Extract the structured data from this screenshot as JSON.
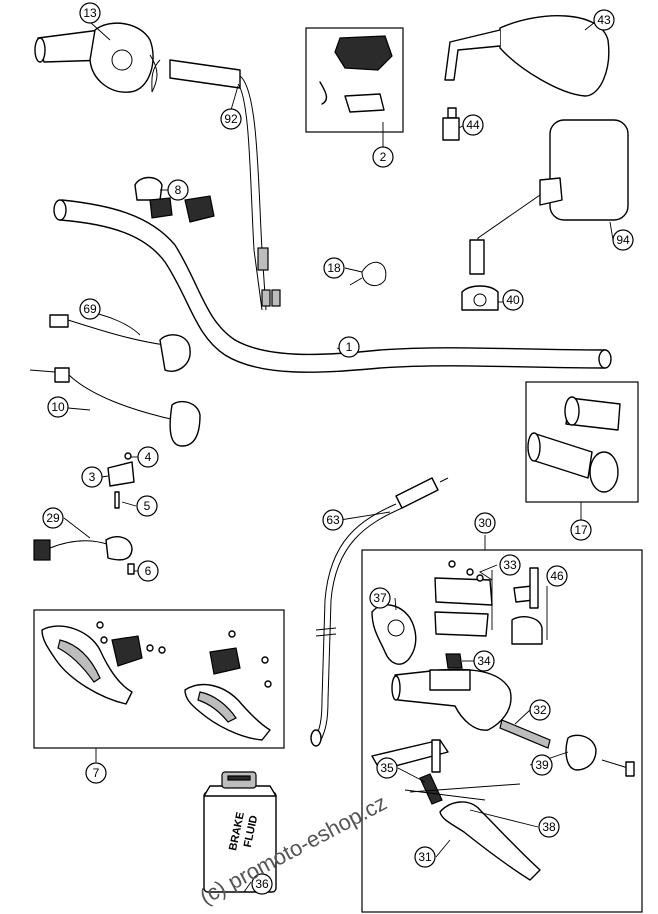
{
  "callouts": {
    "c13": "13",
    "c92": "92",
    "c2": "2",
    "c43": "43",
    "c44": "44",
    "c8": "8",
    "c94": "94",
    "c18": "18",
    "c40": "40",
    "c69": "69",
    "c1": "1",
    "c10": "10",
    "c4": "4",
    "c3": "3",
    "c5": "5",
    "c17": "17",
    "c29": "29",
    "c6": "6",
    "c63": "63",
    "c30": "30",
    "c33": "33",
    "c46": "46",
    "c37": "37",
    "c34": "34",
    "c32": "32",
    "c7": "7",
    "c39": "39",
    "c35": "35",
    "c38": "38",
    "c31": "31",
    "c36": "36"
  },
  "brake_fluid_can": {
    "line1": "BRAKE",
    "line2": "FLUID"
  },
  "watermark": "(c) promoto-eshop.cz"
}
